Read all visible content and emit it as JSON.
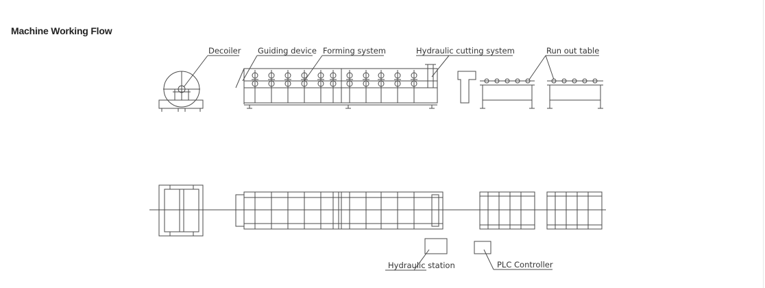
{
  "section_title": "Machine Working Flow",
  "labels": {
    "decoiler": "Decoiler",
    "guiding_device": "Guiding device",
    "forming_system": "Forming system",
    "hydraulic_cutting": "Hydraulic cutting system",
    "run_out_table": "Run out table",
    "hydraulic_station": "Hydraulic station",
    "plc_controller": "PLC Controller"
  },
  "colors": {
    "line": "#4a4a4a",
    "text": "#333333",
    "heading": "#222222"
  }
}
